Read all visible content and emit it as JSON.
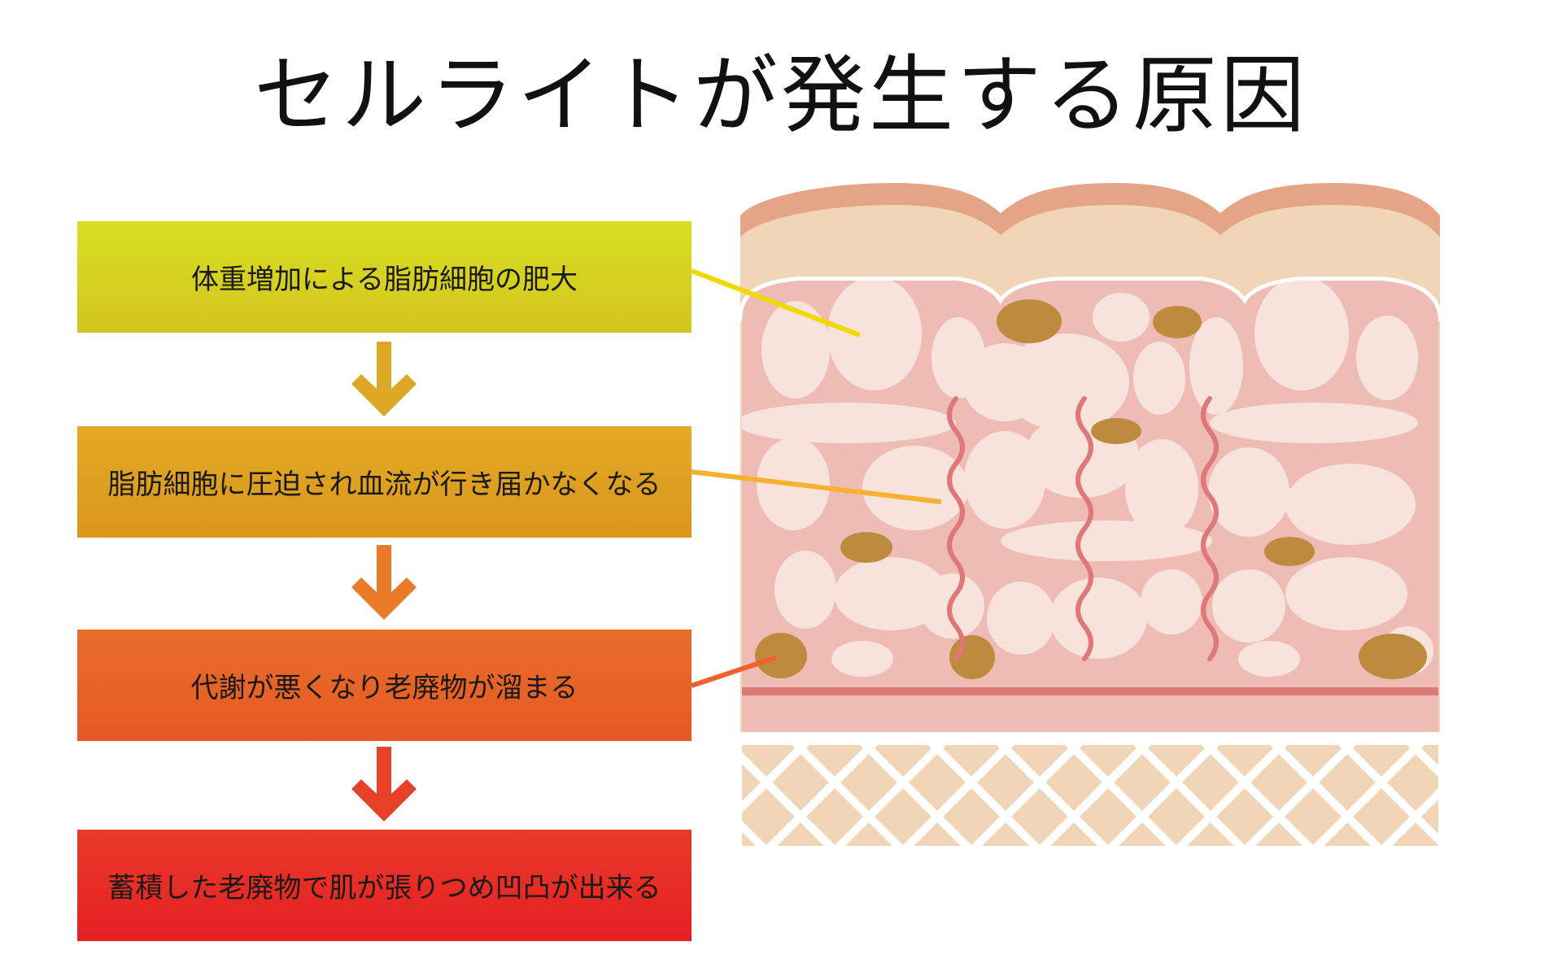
{
  "title": "セルライトが発生する原因",
  "steps": [
    {
      "label": "体重増加による脂肪細胞の肥大",
      "color": "#d8d622"
    },
    {
      "label": "脂肪細胞に圧迫され血流が行き届かなくなる",
      "color": "#dfa021"
    },
    {
      "label": "代謝が悪くなり老廃物が溜まる",
      "color": "#e66327"
    },
    {
      "label": "蓄積した老廃物で肌が張りつめ凹凸が出来る",
      "color": "#e72b26"
    }
  ],
  "arrows": [
    {
      "icon": "arrow-down-icon",
      "color": "#dca724"
    },
    {
      "icon": "arrow-down-icon",
      "color": "#e87a28"
    },
    {
      "icon": "arrow-down-icon",
      "color": "#e8412a"
    }
  ],
  "illustration": {
    "skin_edge": "#e3a585",
    "skin_layer": "#f0d6b6",
    "tissue": "#eebbb5",
    "fat_cell": "#f8e3dc",
    "waste": "#bc8b3d",
    "vessel": "#de7879",
    "lower_layer": "#f0d6b6",
    "leader_colors": [
      "#f0d800",
      "#f6b130",
      "#ef6230"
    ]
  }
}
